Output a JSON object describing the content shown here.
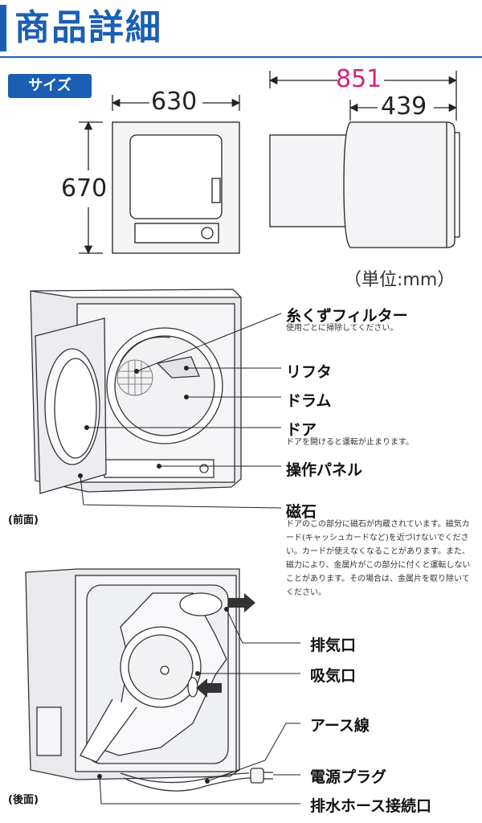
{
  "header": {
    "title": "商品詳細",
    "accent_color": "#1a5fb4"
  },
  "size_badge": "サイズ",
  "dimensions": {
    "width": "630",
    "height": "670",
    "total_depth": "851",
    "body_depth": "439",
    "unit_note": "（単位:mm）",
    "highlight_color": "#d4237a"
  },
  "front_view": {
    "caption": "(前面)",
    "parts": [
      {
        "label": "糸くずフィルター",
        "note": "使用ごとに掃除してください。"
      },
      {
        "label": "リフタ",
        "note": ""
      },
      {
        "label": "ドラム",
        "note": ""
      },
      {
        "label": "ドア",
        "note": "ドアを開けると運転が止まります。"
      },
      {
        "label": "操作パネル",
        "note": ""
      },
      {
        "label": "磁石",
        "note": "ドアのこの部分に磁石が内蔵されています。磁気カード(キャッシュカードなど)を近づけないでください。カードが使えなくなることがあります。また、磁力により、金属片がこの部分に付くと運転しないことがあります。その場合は、金属片を取り除いてください。"
      }
    ]
  },
  "back_view": {
    "caption": "(後面)",
    "parts": [
      {
        "label": "排気口"
      },
      {
        "label": "吸気口"
      },
      {
        "label": "アース線"
      },
      {
        "label": "電源プラグ"
      },
      {
        "label": "排水ホース接続口"
      }
    ]
  }
}
